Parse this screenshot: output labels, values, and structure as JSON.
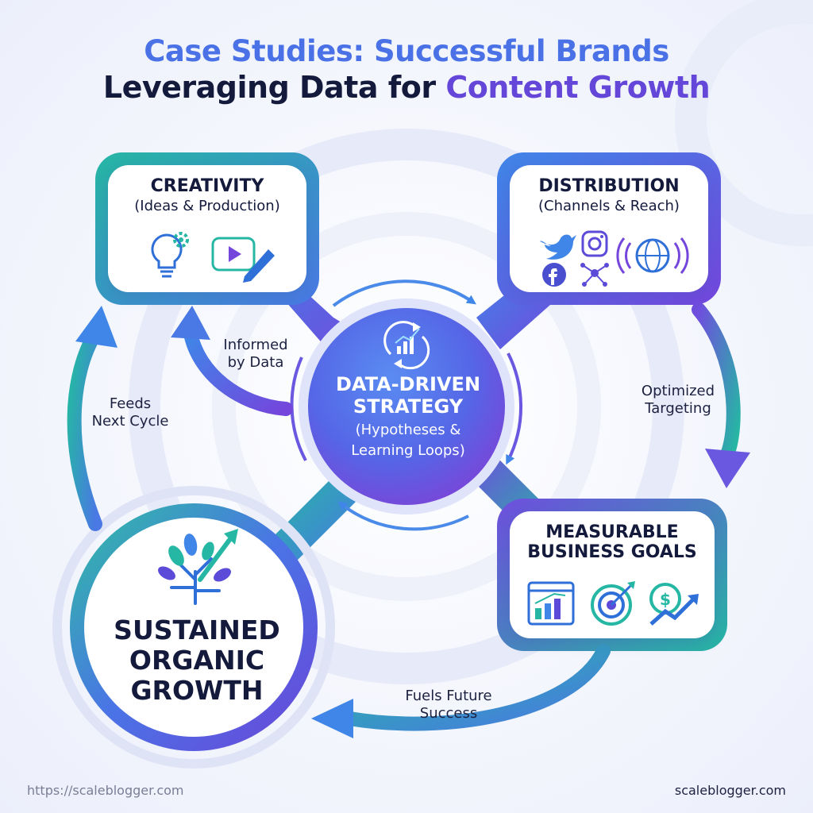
{
  "title": {
    "line1": "Case Studies: Successful Brands",
    "line2_part1": "Leveraging Data for ",
    "line2_part2": "Content Growth"
  },
  "nodes": {
    "creativity": {
      "heading": "CREATIVITY",
      "sub": "(Ideas & Production)",
      "icons": [
        "lightbulb-gear-icon",
        "video-edit-icon"
      ]
    },
    "distribution": {
      "heading": "DISTRIBUTION",
      "sub": "(Channels & Reach)",
      "icons": [
        "twitter-icon",
        "instagram-icon",
        "facebook-icon",
        "network-icon",
        "globe-broadcast-icon"
      ]
    },
    "center": {
      "heading_line1": "DATA-DRIVEN",
      "heading_line2": "STRATEGY",
      "sub_line1": "(Hypotheses &",
      "sub_line2": "Learning Loops)",
      "icon": "analytics-cycle-icon"
    },
    "goals": {
      "heading_line1": "MEASURABLE",
      "heading_line2": "BUSINESS GOALS",
      "icons": [
        "dashboard-chart-icon",
        "target-icon",
        "dollar-growth-icon"
      ]
    },
    "growth": {
      "line1": "SUSTAINED",
      "line2": "ORGANIC",
      "line3": "GROWTH",
      "icon": "growth-tree-icon"
    }
  },
  "arrow_labels": {
    "informed_1": "Informed",
    "informed_2": "by Data",
    "optimized_1": "Optimized",
    "optimized_2": "Targeting",
    "fuels_1": "Fuels Future",
    "fuels_2": "Success",
    "feeds_1": "Feeds",
    "feeds_2": "Next Cycle"
  },
  "footer": {
    "left": "https://scaleblogger.com",
    "right": "scaleblogger.com"
  },
  "colors": {
    "blue": "#3f7fe6",
    "purple": "#7446dc",
    "teal": "#25b7a3",
    "navy": "#141a3c"
  }
}
